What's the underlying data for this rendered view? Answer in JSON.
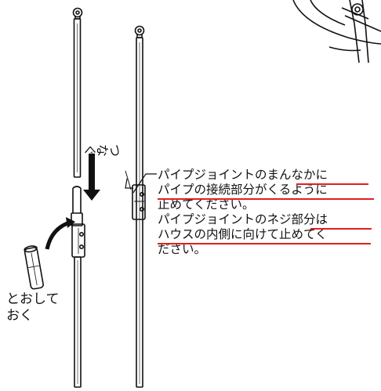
{
  "labels": {
    "connect": "つなぐ",
    "pass_through": [
      "とおして",
      "おく"
    ]
  },
  "instructions": {
    "lines": [
      "パイプジョイントのまんなかに",
      "パイプの接続部分がくるように",
      "止めてください。",
      "パイプジョイントのネジ部分は",
      "ハウスの内側に向けて止めてく",
      "ださい。"
    ]
  },
  "colors": {
    "ink": "#111111",
    "underline": "#e02020"
  }
}
